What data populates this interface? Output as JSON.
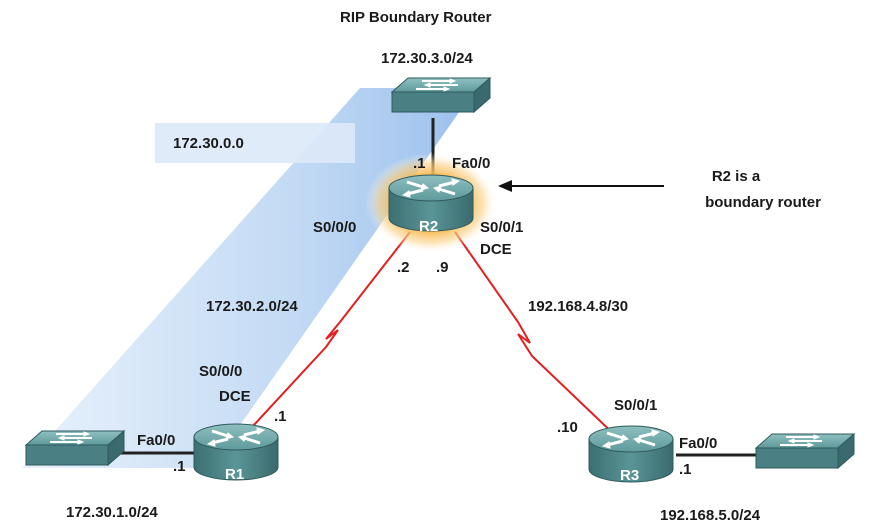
{
  "title": "RIP Boundary Router",
  "classful_network": "172.30.0.0",
  "colors": {
    "serial_link": "#e41f1f",
    "ethernet_link": "#222222",
    "router_body": "#4f8a8c",
    "highlight_glow": "#f5a623",
    "network_region": "#9ec3ee"
  },
  "routers": {
    "r1": {
      "name": "R1",
      "icon": "router-icon"
    },
    "r2": {
      "name": "R2",
      "icon": "router-icon"
    },
    "r3": {
      "name": "R3",
      "icon": "router-icon"
    }
  },
  "switches": {
    "s1": {
      "icon": "switch-icon"
    },
    "s2": {
      "icon": "switch-icon"
    },
    "s3": {
      "icon": "switch-icon"
    }
  },
  "networks": {
    "lan_r2": "172.30.3.0/24",
    "lan_r1": "172.30.1.0/24",
    "lan_r3": "192.168.5.0/24",
    "wan_r1_r2": "172.30.2.0/24",
    "wan_r2_r3": "192.168.4.8/30"
  },
  "interfaces": {
    "r2_fa": "Fa0/0",
    "r2_fa_ip": ".1",
    "r2_s000": "S0/0/0",
    "r2_s000_ip": ".2",
    "r2_s001": "S0/0/1",
    "r2_s001_dce": "DCE",
    "r2_s001_ip": ".9",
    "r1_s000": "S0/0/0",
    "r1_s000_dce": "DCE",
    "r1_s000_ip": ".1",
    "r1_fa": "Fa0/0",
    "r1_fa_ip": ".1",
    "r3_s001": "S0/0/1",
    "r3_s001_ip": ".10",
    "r3_fa": "Fa0/0",
    "r3_fa_ip": ".1"
  },
  "callout": {
    "line1": "R2 is a",
    "line2": "boundary router",
    "icon": "arrow-left-icon"
  }
}
